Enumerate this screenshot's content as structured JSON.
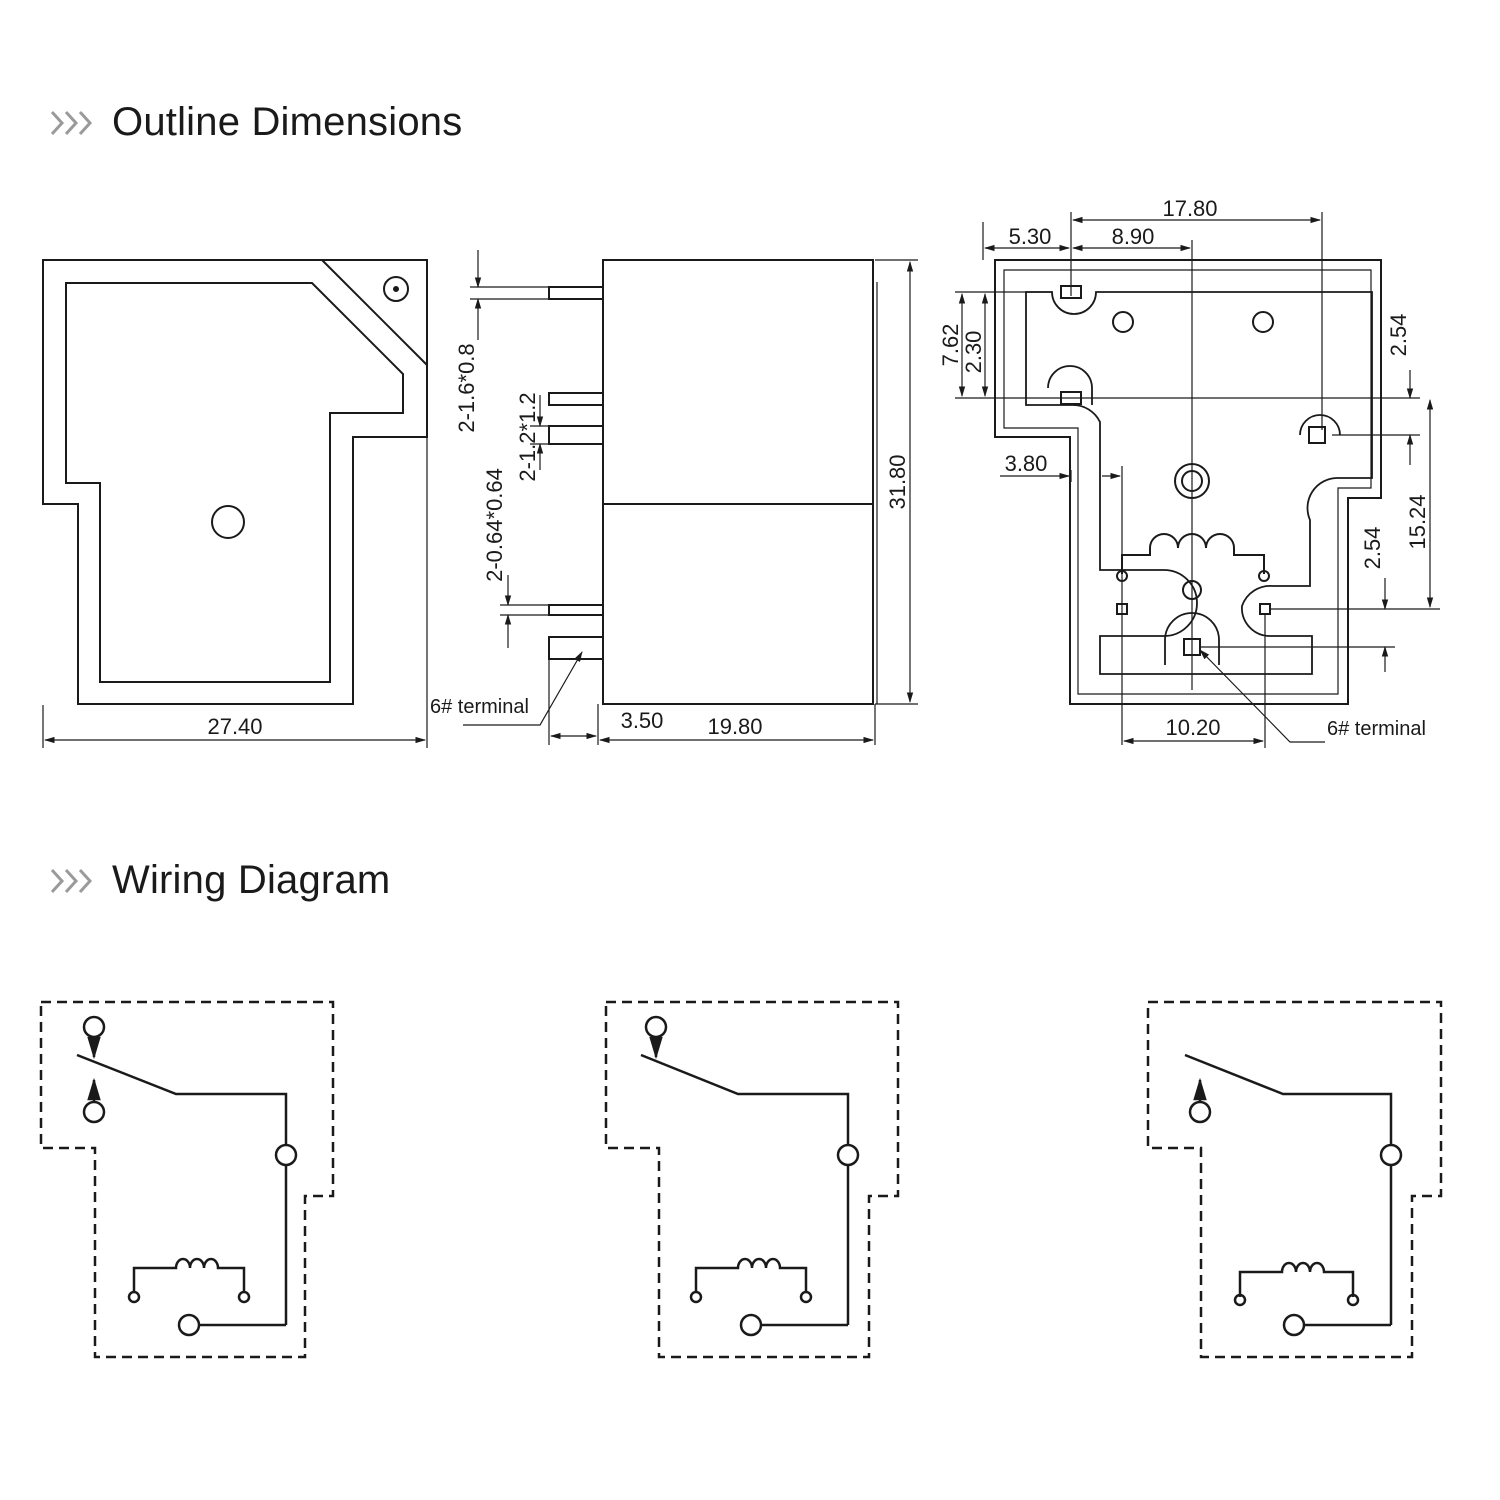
{
  "sections": {
    "outline": {
      "title": "Outline Dimensions",
      "icon": "chevron-arrows-icon"
    },
    "wiring": {
      "title": "Wiring Diagram",
      "icon": "chevron-arrows-icon"
    }
  },
  "top_view": {
    "width_label": "27.40"
  },
  "side_view": {
    "height_label": "31.80",
    "body_width_label": "19.80",
    "pin_offset_label": "3.50",
    "pin_spec_1": "2-1.6*0.8",
    "pin_spec_2": "2-1.2*1.2",
    "pin_spec_3": "2-0.64*0.64",
    "terminal_label": "6# terminal"
  },
  "bottom_view": {
    "dim_17_80": "17.80",
    "dim_5_30": "5.30",
    "dim_8_90": "8.90",
    "dim_7_62": "7.62",
    "dim_2_30": "2.30",
    "dim_2_54_top": "2.54",
    "dim_3_80": "3.80",
    "dim_15_24": "15.24",
    "dim_2_54_right": "2.54",
    "dim_10_20": "10.20",
    "terminal_label": "6# terminal"
  },
  "colors": {
    "line": "#1a1a1a",
    "chevron": "#9a9a9a",
    "background": "#ffffff"
  }
}
